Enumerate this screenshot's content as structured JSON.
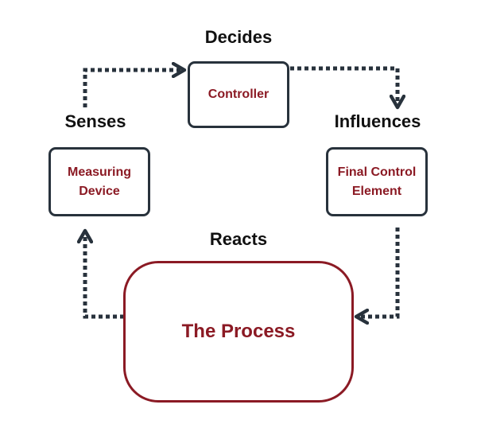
{
  "colors": {
    "box_border": "#28323c",
    "box_text": "#8b1a24",
    "process_border": "#8b1a24",
    "arrow": "#28323c",
    "stage_label": "#111111"
  },
  "stages": {
    "decides": "Decides",
    "senses": "Senses",
    "influences": "Influences",
    "reacts": "Reacts"
  },
  "boxes": {
    "controller": "Controller",
    "measuring_device": "Measuring\nDevice",
    "final_control_element": "Final Control\nElement",
    "process": "The Process"
  }
}
